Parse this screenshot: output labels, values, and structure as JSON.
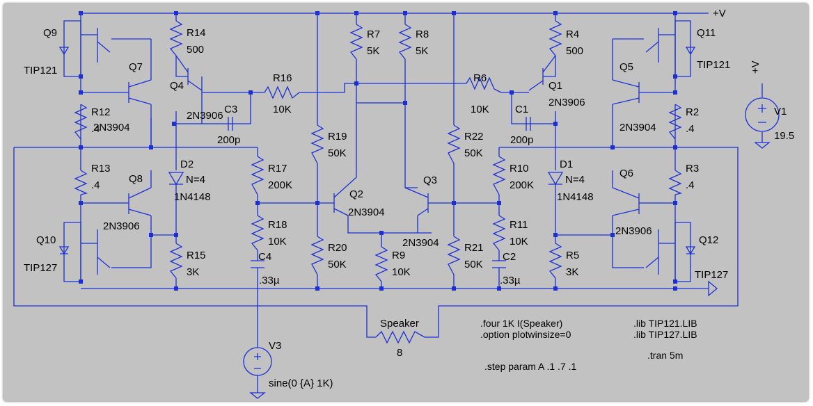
{
  "supply_label": "+V",
  "resistors": [
    {
      "ref": "R14",
      "value": "500"
    },
    {
      "ref": "R16",
      "value": "10K"
    },
    {
      "ref": "R7",
      "value": "5K"
    },
    {
      "ref": "R8",
      "value": "5K"
    },
    {
      "ref": "R6",
      "value": "10K"
    },
    {
      "ref": "R4",
      "value": "500"
    },
    {
      "ref": "R12",
      "value": ".4"
    },
    {
      "ref": "R13",
      "value": ".4"
    },
    {
      "ref": "R2",
      "value": ".4"
    },
    {
      "ref": "R3",
      "value": ".4"
    },
    {
      "ref": "R19",
      "value": "50K"
    },
    {
      "ref": "R22",
      "value": "50K"
    },
    {
      "ref": "R17",
      "value": "200K"
    },
    {
      "ref": "R10",
      "value": "200K"
    },
    {
      "ref": "R18",
      "value": "10K"
    },
    {
      "ref": "R11",
      "value": "10K"
    },
    {
      "ref": "R20",
      "value": "50K"
    },
    {
      "ref": "R9",
      "value": "10K"
    },
    {
      "ref": "R21",
      "value": "50K"
    },
    {
      "ref": "R15",
      "value": "3K"
    },
    {
      "ref": "R5",
      "value": "3K"
    },
    {
      "ref": "Speaker",
      "value": "8"
    }
  ],
  "transistors": [
    {
      "ref": "Q9",
      "model": "TIP121"
    },
    {
      "ref": "Q11",
      "model": "TIP121"
    },
    {
      "ref": "Q10",
      "model": "TIP127"
    },
    {
      "ref": "Q12",
      "model": "TIP127"
    },
    {
      "ref": "Q7",
      "model": "2N3904"
    },
    {
      "ref": "Q4",
      "model": "2N3906"
    },
    {
      "ref": "Q1",
      "model": "2N3906"
    },
    {
      "ref": "Q5",
      "model": "2N3904"
    },
    {
      "ref": "Q8",
      "model": "2N3906"
    },
    {
      "ref": "Q6",
      "model": "2N3906"
    },
    {
      "ref": "Q2",
      "model": "2N3904"
    },
    {
      "ref": "Q3",
      "model": "2N3904"
    }
  ],
  "capacitors": [
    {
      "ref": "C3",
      "value": "200p"
    },
    {
      "ref": "C1",
      "value": "200p"
    },
    {
      "ref": "C4",
      "value": ".33µ"
    },
    {
      "ref": "C2",
      "value": ".33µ"
    }
  ],
  "diodes": [
    {
      "ref": "D2",
      "param": "N=4",
      "model": "1N4148"
    },
    {
      "ref": "D1",
      "param": "N=4",
      "model": "1N4148"
    }
  ],
  "sources": [
    {
      "ref": "V1",
      "value": "19.5",
      "net": "+V"
    },
    {
      "ref": "V3",
      "value": "sine(0 {A} 1K)"
    }
  ],
  "directives": [
    ".four 1K I(Speaker)",
    ".option plotwinsize=0",
    ".step param A .1 .7 .1",
    ".lib TIP121.LIB",
    ".lib TIP127.LIB",
    ".tran 5m"
  ]
}
